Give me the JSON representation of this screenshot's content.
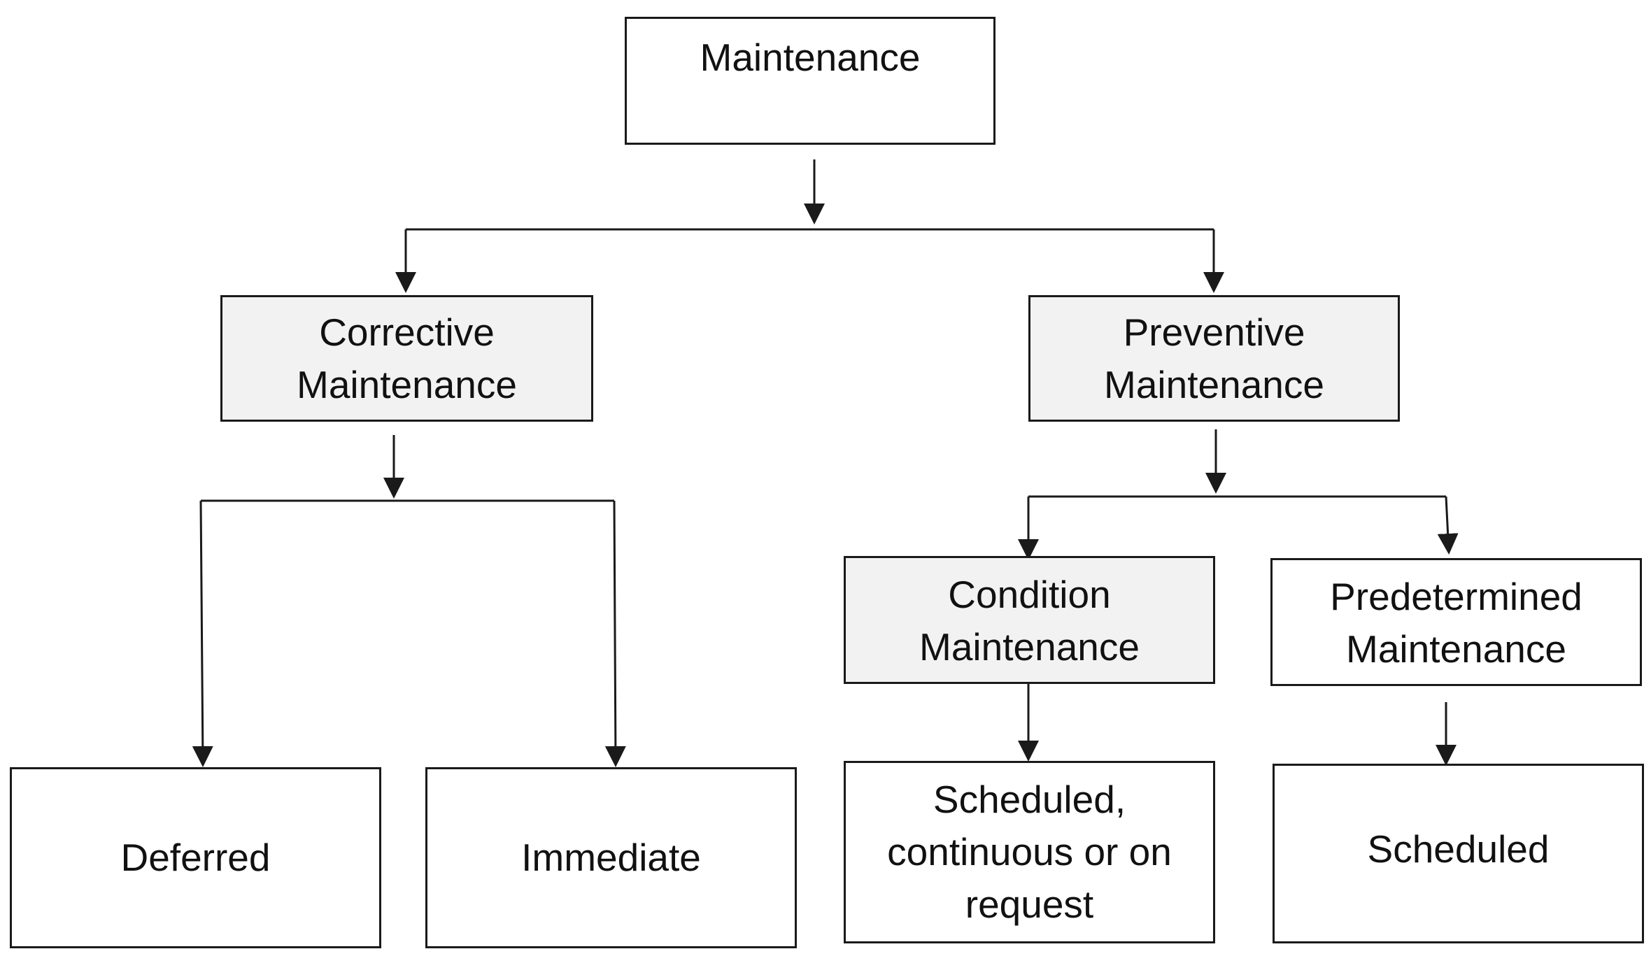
{
  "diagram": {
    "nodes": {
      "maintenance": {
        "lines": [
          "Maintenance"
        ]
      },
      "corrective": {
        "lines": [
          "Corrective",
          "Maintenance"
        ]
      },
      "preventive": {
        "lines": [
          "Preventive",
          "Maintenance"
        ]
      },
      "condition": {
        "lines": [
          "Condition",
          "Maintenance"
        ]
      },
      "predetermined": {
        "lines": [
          "Predetermined",
          "Maintenance"
        ]
      },
      "deferred": {
        "lines": [
          "Deferred"
        ]
      },
      "immediate": {
        "lines": [
          "Immediate"
        ]
      },
      "condition_timing": {
        "lines": [
          "Scheduled,",
          "continuous or on",
          "request"
        ]
      },
      "predetermined_timing": {
        "lines": [
          "Scheduled"
        ]
      }
    },
    "edges": [
      {
        "from": "maintenance",
        "to": "corrective"
      },
      {
        "from": "maintenance",
        "to": "preventive"
      },
      {
        "from": "corrective",
        "to": "deferred"
      },
      {
        "from": "corrective",
        "to": "immediate"
      },
      {
        "from": "preventive",
        "to": "condition"
      },
      {
        "from": "preventive",
        "to": "predetermined"
      },
      {
        "from": "condition",
        "to": "condition_timing"
      },
      {
        "from": "predetermined",
        "to": "predetermined_timing"
      }
    ]
  }
}
